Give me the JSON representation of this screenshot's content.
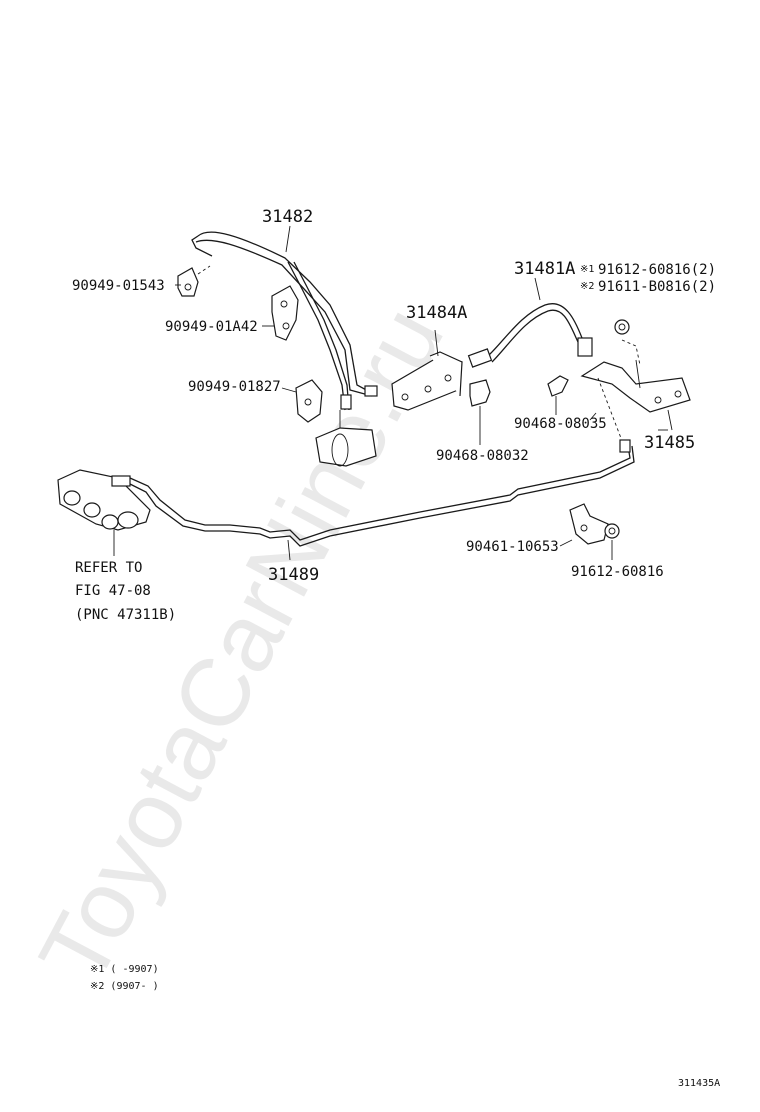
{
  "watermark": "ToyotaCarNine.ru",
  "parts": {
    "p31482": "31482",
    "p90949_01543": "90949-01543",
    "p90949_01A42": "90949-01A42",
    "p90949_01827": "90949-01827",
    "p31484A": "31484A",
    "p31481A": "31481A",
    "mark1": "※1",
    "mark2": "※2",
    "p91612_60816_2": "91612-60816(2)",
    "p91611_B0816_2": "91611-B0816(2)",
    "p90468_08035": "90468-08035",
    "p31485": "31485",
    "p90468_08032": "90468-08032",
    "p90461_10653": "90461-10653",
    "p91612_60816": "91612-60816",
    "p31489": "31489"
  },
  "refer": {
    "line1": "REFER TO",
    "line2": "FIG 47-08",
    "line3": "(PNC 47311B)"
  },
  "footnotes": {
    "n1": "※1 (   -9907)",
    "n2": "※2 (9907-   )"
  },
  "figure_code": "311435A"
}
